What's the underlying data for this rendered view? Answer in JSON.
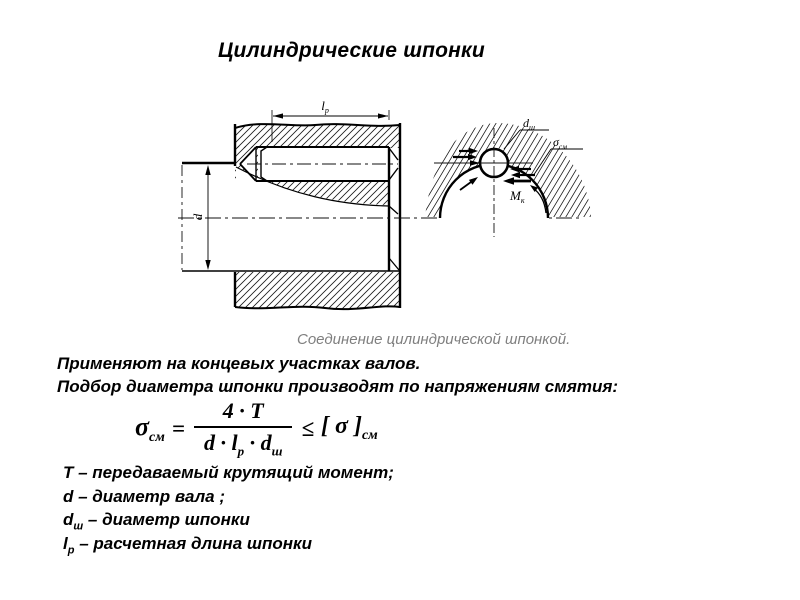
{
  "slide": {
    "title": "Цилиндрические шпонки"
  },
  "figure": {
    "caption": "Соединение цилиндрической шпонкой.",
    "labels": {
      "lp_base": "l",
      "lp_sub": "р",
      "d": "d",
      "dsh_base": "d",
      "dsh_sub": "ш",
      "sigma_base": "σ",
      "sigma_sub": "см",
      "mk_base": "М",
      "mk_sub": "к"
    }
  },
  "paragraphs": {
    "line1": "Применяют на концевых участках валов.",
    "line2": "Подбор диаметра шпонки производят по напряжениям смятия:"
  },
  "formula": {
    "lhs_base": "σ",
    "lhs_sub": "см",
    "equals": "=",
    "numerator": "4 · T",
    "den_d": "d",
    "dot1": "·",
    "den_l": "l",
    "den_l_sub": "р",
    "dot2": "·",
    "den_d2": "d",
    "den_d2_sub": "ш",
    "leq": "≤",
    "rhs_open": "[ ",
    "rhs_sigma": "σ",
    "rhs_close": " ]",
    "rhs_sub": "см"
  },
  "legend": {
    "items": [
      {
        "symbol": "T",
        "sub": "",
        "text": "– передаваемый крутящий момент;"
      },
      {
        "symbol": "d",
        "sub": "",
        "text": "– диаметр вала ;"
      },
      {
        "symbol": "d",
        "sub": "ш",
        "text": "– диаметр шпонки"
      },
      {
        "symbol": "l",
        "sub": "р",
        "text": "–  расчетная длина шпонки"
      }
    ]
  },
  "colors": {
    "ink": "#000000",
    "caption_gray": "#7f7f7f"
  }
}
